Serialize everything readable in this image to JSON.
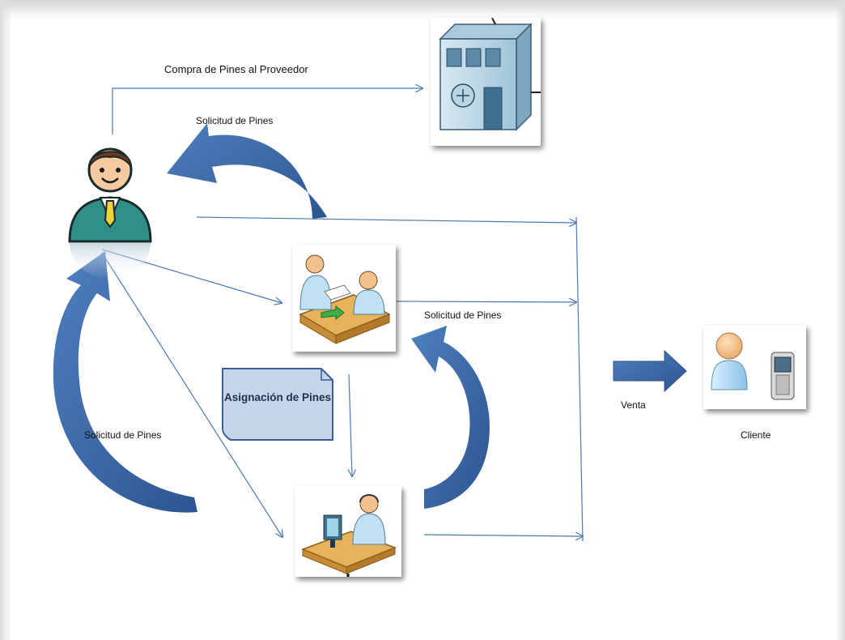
{
  "labels": {
    "purchase": "Compra de Pines al Proveedor",
    "request_top": "Solicitud  de Pines",
    "request_mid": "Solicitud  de Pines",
    "request_left": "Solicitud  de Pines",
    "assignment": "Asignación de Pines",
    "sale": "Venta",
    "client": "Cliente"
  },
  "colors": {
    "arrow_blue": "#3f6da8",
    "curved_arrow_dark": "#2f5b93",
    "note_fill": "#c6d5ea",
    "note_border": "#3a5f96",
    "person_suit": "#2f8f88",
    "person_tie": "#f0d23a"
  }
}
